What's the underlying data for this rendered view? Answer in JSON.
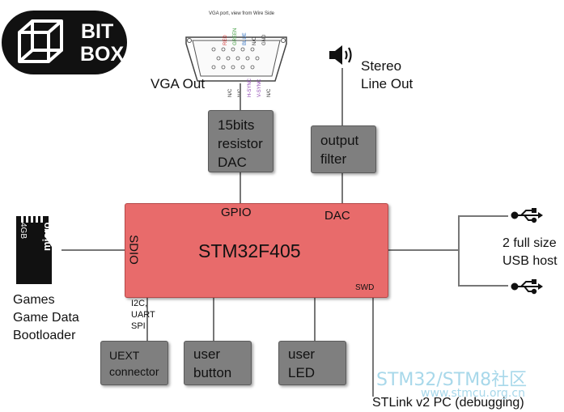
{
  "logo": {
    "line1": "BIT",
    "line2": "BOX"
  },
  "vga": {
    "caption": "VGA port, view from Wire Side",
    "top_pins": [
      "RED",
      "GREEN",
      "BLUE",
      "N/C",
      "GND"
    ],
    "bottom_pins": [
      "N/C",
      "N/C",
      "H-SYNC",
      "V-SYNC",
      "N/C"
    ],
    "label": "VGA Out",
    "pin_colors": {
      "RED": "#d23030",
      "GREEN": "#3a9a3a",
      "BLUE": "#2f6fc0",
      "H-SYNC": "#8a3fb0",
      "V-SYNC": "#8a3fb0",
      "default": "#333333"
    }
  },
  "audio": {
    "label": "Stereo\nLine Out"
  },
  "boxes": {
    "dac_resistor": "15bits\nresistor\nDAC",
    "output_filter": "output\nfilter",
    "uext": "UEXT\nconnector",
    "user_button": "user\nbutton",
    "user_led": "user\nLED"
  },
  "mcu": {
    "title": "STM32F405",
    "gpio": "GPIO",
    "dac": "DAC",
    "sdio": "SDIO",
    "swd": "SWD"
  },
  "sd_card": {
    "capacity": "4GB",
    "brand": "micro",
    "label": "Games\nGame Data\nBootloader"
  },
  "usb": {
    "label": "2 full size\nUSB host"
  },
  "bus_labels": "I2C,\nUART\nSPI",
  "stlink": {
    "label": "STLink v2 PC (debugging)"
  },
  "watermark": {
    "line1": "STM32/STM8社区",
    "line2": "www.stmcu.org.cn"
  },
  "colors": {
    "mcu": "#e86b6b",
    "box": "#7f7f7f",
    "watermark": "#a8d8ea"
  }
}
